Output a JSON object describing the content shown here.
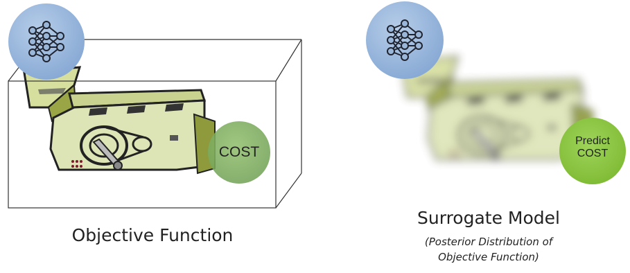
{
  "left_panel": {
    "cost_label": "COST",
    "caption": "Objective Function"
  },
  "right_panel": {
    "predict_label": "Predict\nCOST",
    "caption": "Surrogate Model",
    "subcaption_line1": "(Posterior Distribution of",
    "subcaption_line2": "Objective Function)"
  },
  "colors": {
    "network_circle": "#9ab7d9",
    "cost_circle": "#7fae64",
    "predict_circle": "#8cc63f",
    "machine_body": "#dde4b6",
    "machine_shadow": "#8e9a3c"
  }
}
